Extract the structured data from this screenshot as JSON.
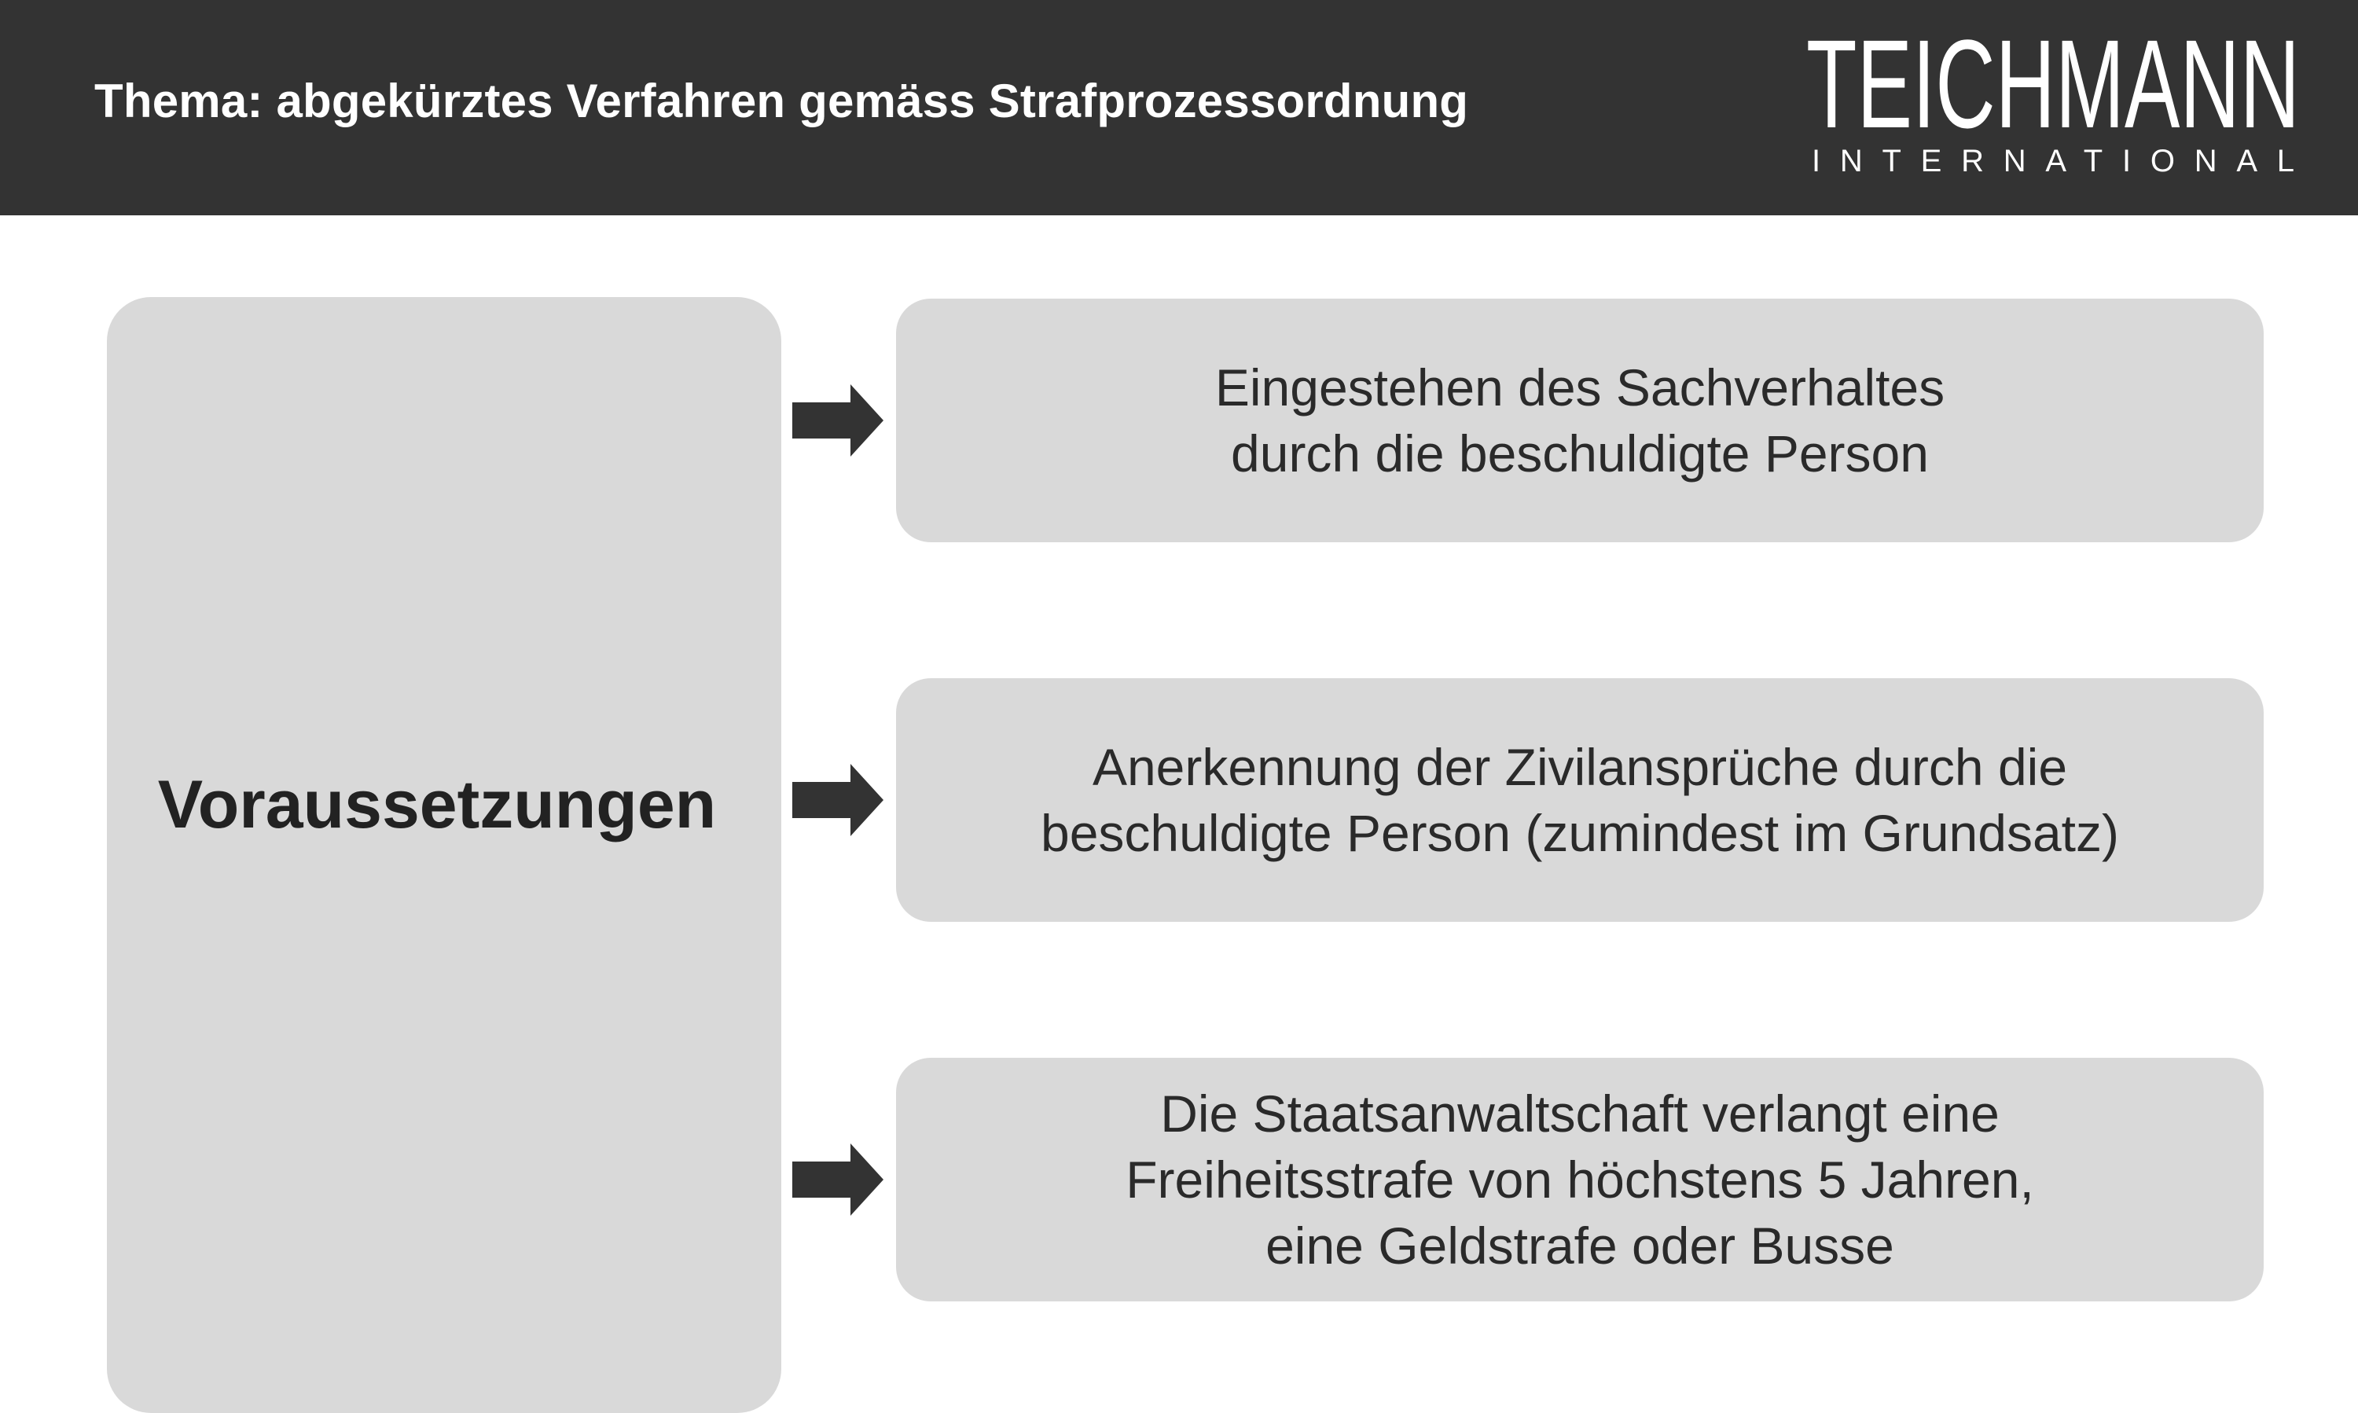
{
  "header": {
    "title": "Thema: abgekürztes Verfahren gemäss Strafprozessordnung",
    "logo_name": "TEICHMANN",
    "logo_subtitle": "INTERNATIONAL"
  },
  "diagram": {
    "left_label": "Voraussetzungen",
    "items": [
      {
        "text": "Eingestehen des Sachverhaltes\ndurch die beschuldigte Person"
      },
      {
        "text": "Anerkennung der Zivilansprüche durch die\nbeschuldigte Person (zumindest im Grundsatz)"
      },
      {
        "text": "Die Staatsanwaltschaft verlangt eine\nFreiheitsstrafe von höchstens 5 Jahren,\neine Geldstrafe oder Busse"
      }
    ],
    "arrow_icon": "right-arrow-icon"
  },
  "colors": {
    "header_bg": "#333333",
    "box_bg": "#d9d9d9",
    "arrow": "#333333",
    "text": "#2a2a2a"
  }
}
